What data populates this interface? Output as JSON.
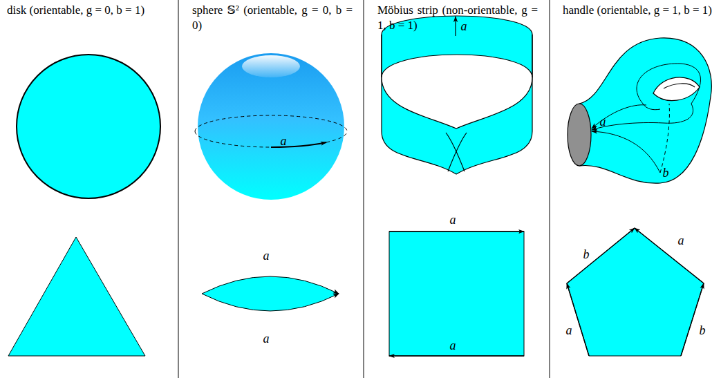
{
  "diagram": {
    "labels": [
      "disk (orientable, g = 0, b = 1)",
      "sphere 𝕊² (orientable, g = 0, b = 0)",
      "Möbius strip (non-orientable, g = 1, b = 1)",
      "handle (orientable, g = 1, b = 1)",
      "a",
      "a",
      "a",
      "a",
      "a",
      "a",
      "a",
      "b",
      "b",
      "a",
      "a",
      "b"
    ]
  }
}
